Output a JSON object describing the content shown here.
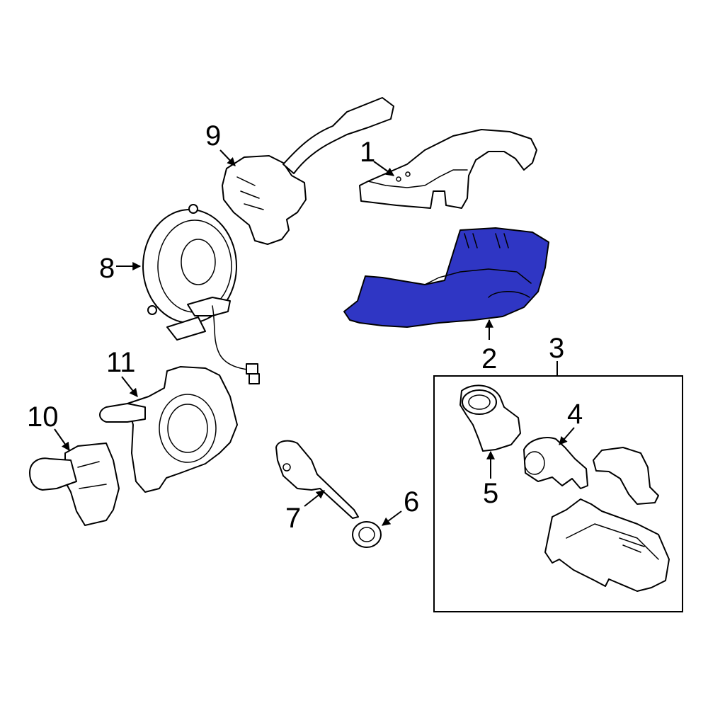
{
  "callouts": {
    "c1": "1",
    "c2": "2",
    "c3": "3",
    "c4": "4",
    "c5": "5",
    "c6": "6",
    "c7": "7",
    "c8": "8",
    "c9": "9",
    "c10": "10",
    "c11": "11"
  },
  "colors": {
    "highlight": "#2f36c4",
    "line": "#000000",
    "background": "#ffffff"
  }
}
